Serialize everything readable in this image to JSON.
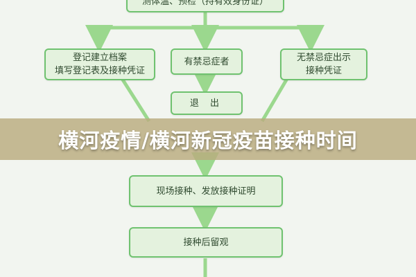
{
  "flowchart": {
    "top_box": "测体温、预检（持有效身份证）",
    "register_box": [
      "登记建立档案",
      "填写登记表及接种凭证"
    ],
    "contraindication_box": "有禁忌症者",
    "exit_box": "退 出",
    "no_contraindication_box": [
      "无禁忌症出示",
      "接种凭证"
    ],
    "vaccinate_box": "现场接种、发放接种证明",
    "observe_box": "接种后留观"
  },
  "banner": {
    "title": "横河疫情/横河新冠疫苗接种时间"
  },
  "colors": {
    "arrow": "#9bd88e",
    "box_border": "#6fc26f",
    "box_fill": "#e4f2de",
    "banner": "#baac7e"
  }
}
